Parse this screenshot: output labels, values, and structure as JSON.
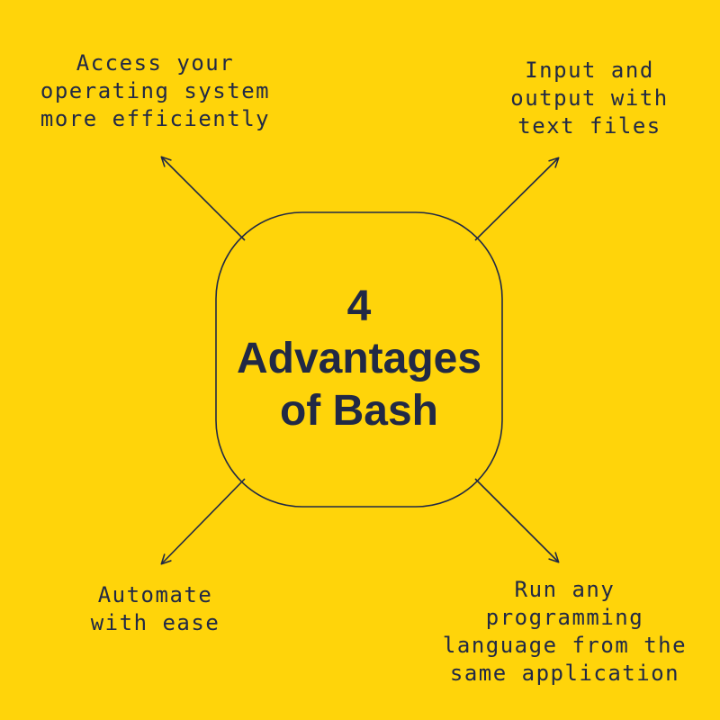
{
  "colors": {
    "background": "#FFD40A",
    "ink": "#212945"
  },
  "diagram": {
    "center": {
      "title": "4\nAdvantages\nof Bash"
    },
    "labels": {
      "top_left": "Access your\noperating system\nmore efficiently",
      "top_right": "Input and\noutput with\ntext files",
      "bottom_left": "Automate\nwith ease",
      "bottom_right": "Run any\nprogramming\nlanguage from the\nsame application"
    }
  }
}
